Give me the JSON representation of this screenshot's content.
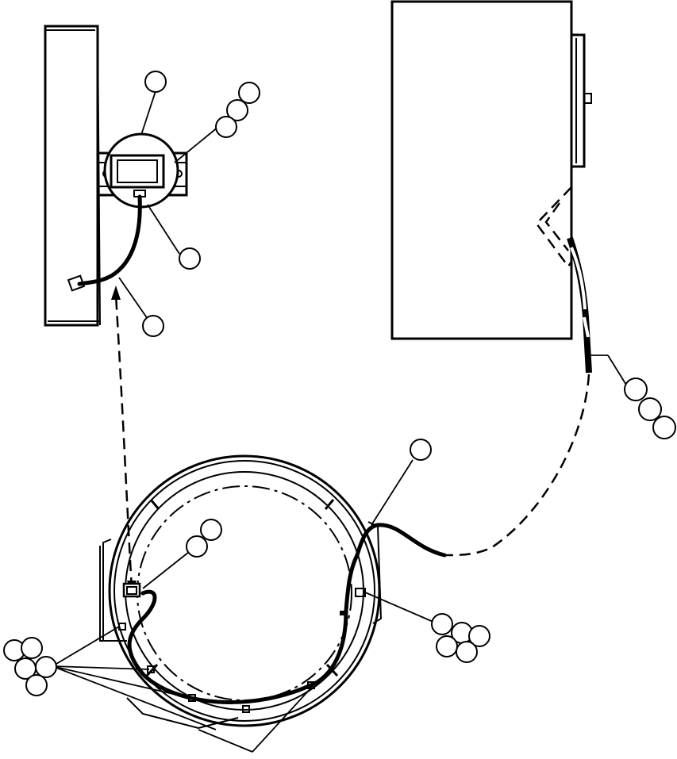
{
  "diagram": {
    "kind": "technical-illustration",
    "style": "black line art on white",
    "line_color": "#000000",
    "background": "#ffffff",
    "components": [
      {
        "name": "mounting-bracket-panel"
      },
      {
        "name": "indicator-gauge"
      },
      {
        "name": "gauge-harness-connector"
      },
      {
        "name": "cabinet-panel"
      },
      {
        "name": "ring-housing"
      },
      {
        "name": "harness-wire"
      },
      {
        "name": "harness-clips"
      }
    ],
    "balloon_callouts": {
      "count": 20,
      "text": ""
    }
  }
}
